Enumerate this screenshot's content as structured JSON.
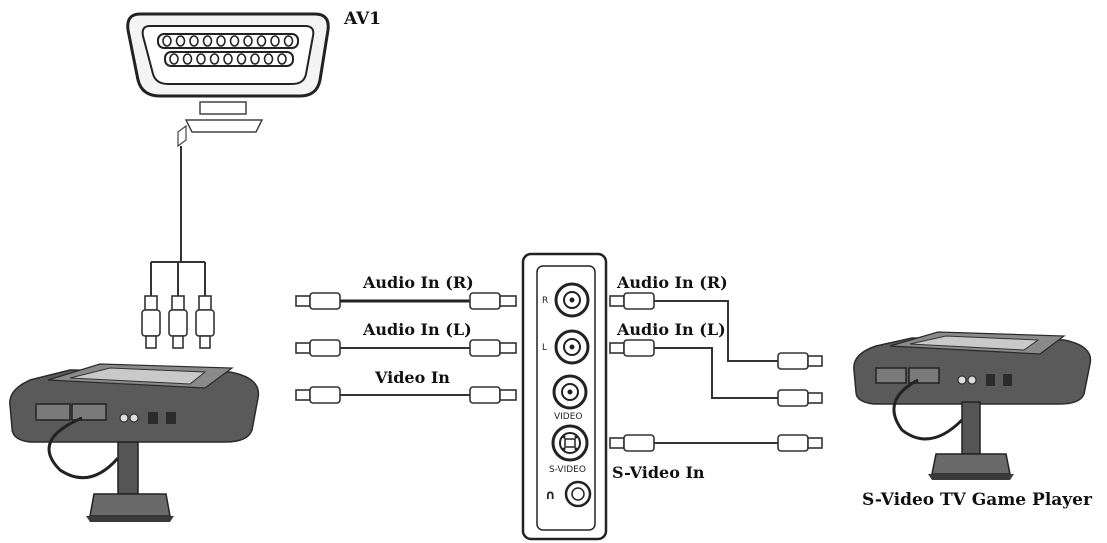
{
  "labels": {
    "av1": "AV1",
    "left_audio_r": "Audio In (R)",
    "left_audio_l": "Audio In (L)",
    "left_video": "Video In",
    "right_audio_r": "Audio In (R)",
    "right_audio_l": "Audio In (L)",
    "svideo_in": "S-Video In",
    "game_player": "S-Video TV Game Player"
  },
  "panel_jacks": {
    "r": "R",
    "l": "L",
    "video": "VIDEO",
    "svideo": "S-VIDEO",
    "headphone": "∩"
  },
  "colors": {
    "line": "#333333",
    "device_body": "#5a5a5a",
    "background": "#ffffff"
  }
}
